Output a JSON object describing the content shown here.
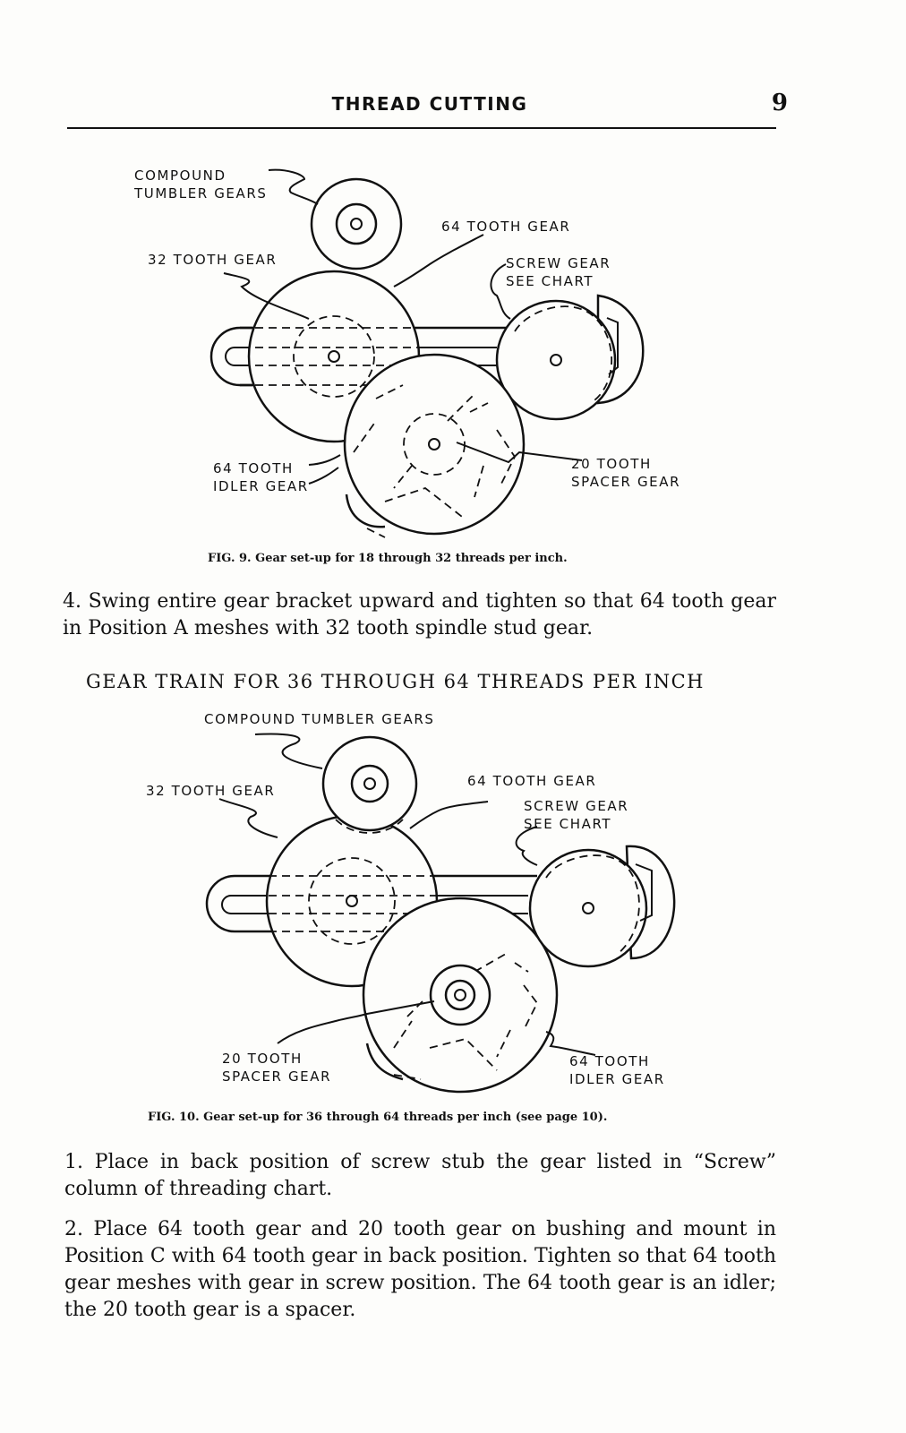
{
  "header": {
    "title": "THREAD CUTTING",
    "page_number": "9"
  },
  "fig9": {
    "labels": {
      "compound": "COMPOUND\nTUMBLER GEARS",
      "gear64": "64 TOOTH GEAR",
      "gear32": "32 TOOTH GEAR",
      "screw": "SCREW GEAR\nSEE CHART",
      "idler": "64 TOOTH\nIDLER GEAR",
      "spacer": "20 TOOTH\nSPACER GEAR"
    },
    "caption": "FIG. 9.  Gear set-up for 18 through 32 threads per inch."
  },
  "step4": "4.  Swing entire gear bracket upward and tighten so that 64 tooth gear in Position A meshes with 32 tooth spindle stud gear.",
  "section_heading": "GEAR TRAIN FOR 36 THROUGH 64 THREADS PER INCH",
  "fig10": {
    "labels": {
      "compound": "COMPOUND TUMBLER GEARS",
      "gear32": "32 TOOTH GEAR",
      "gear64": "64 TOOTH GEAR",
      "screw": "SCREW GEAR\nSEE CHART",
      "spacer": "20 TOOTH\nSPACER GEAR",
      "idler": "64 TOOTH\nIDLER GEAR"
    },
    "caption": "FIG. 10.  Gear set-up for 36 through 64 threads per inch (see page 10)."
  },
  "step1": "1.  Place in back position of screw stub the gear listed in “Screw” column of threading chart.",
  "step2": "2.  Place 64 tooth gear and 20 tooth gear on bushing and mount in Position C with 64 tooth gear in back position.  Tighten so that 64 tooth gear meshes with gear in screw position.  The 64 tooth gear is an idler; the 20 tooth gear is a spacer."
}
